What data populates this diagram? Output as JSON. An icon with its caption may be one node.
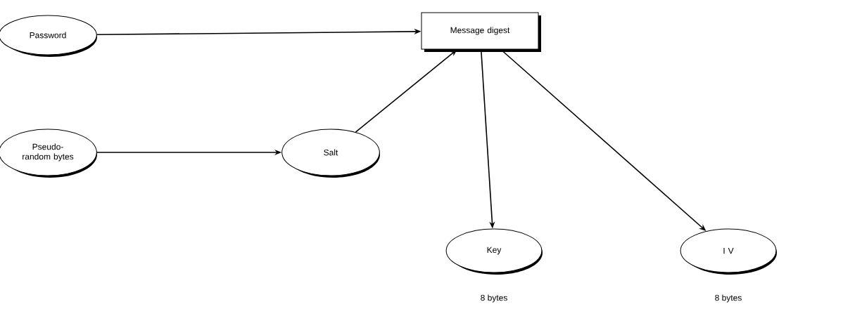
{
  "diagram": {
    "nodes": [
      {
        "text": [
          "Password"
        ]
      },
      {
        "text": [
          "Message digest"
        ]
      },
      {
        "text": [
          "Pseudo-random bytes"
        ]
      },
      {
        "text": [
          "Salt"
        ]
      },
      {
        "text": [
          "Key"
        ],
        "beside": [
          "8 bytes"
        ]
      },
      {
        "text": [
          "I V"
        ],
        "beside": [
          "8 bytes"
        ]
      }
    ],
    "edges": [
      {
        "from": 0,
        "to": 1,
        "arrow": "to"
      },
      {
        "from": 3,
        "to": 1,
        "arrow": "to"
      },
      {
        "from": 2,
        "to": 3,
        "arrow": "to"
      },
      {
        "from": 1,
        "to": 4,
        "arrow": "to"
      },
      {
        "from": 1,
        "to": 5,
        "arrow": "to"
      }
    ]
  }
}
